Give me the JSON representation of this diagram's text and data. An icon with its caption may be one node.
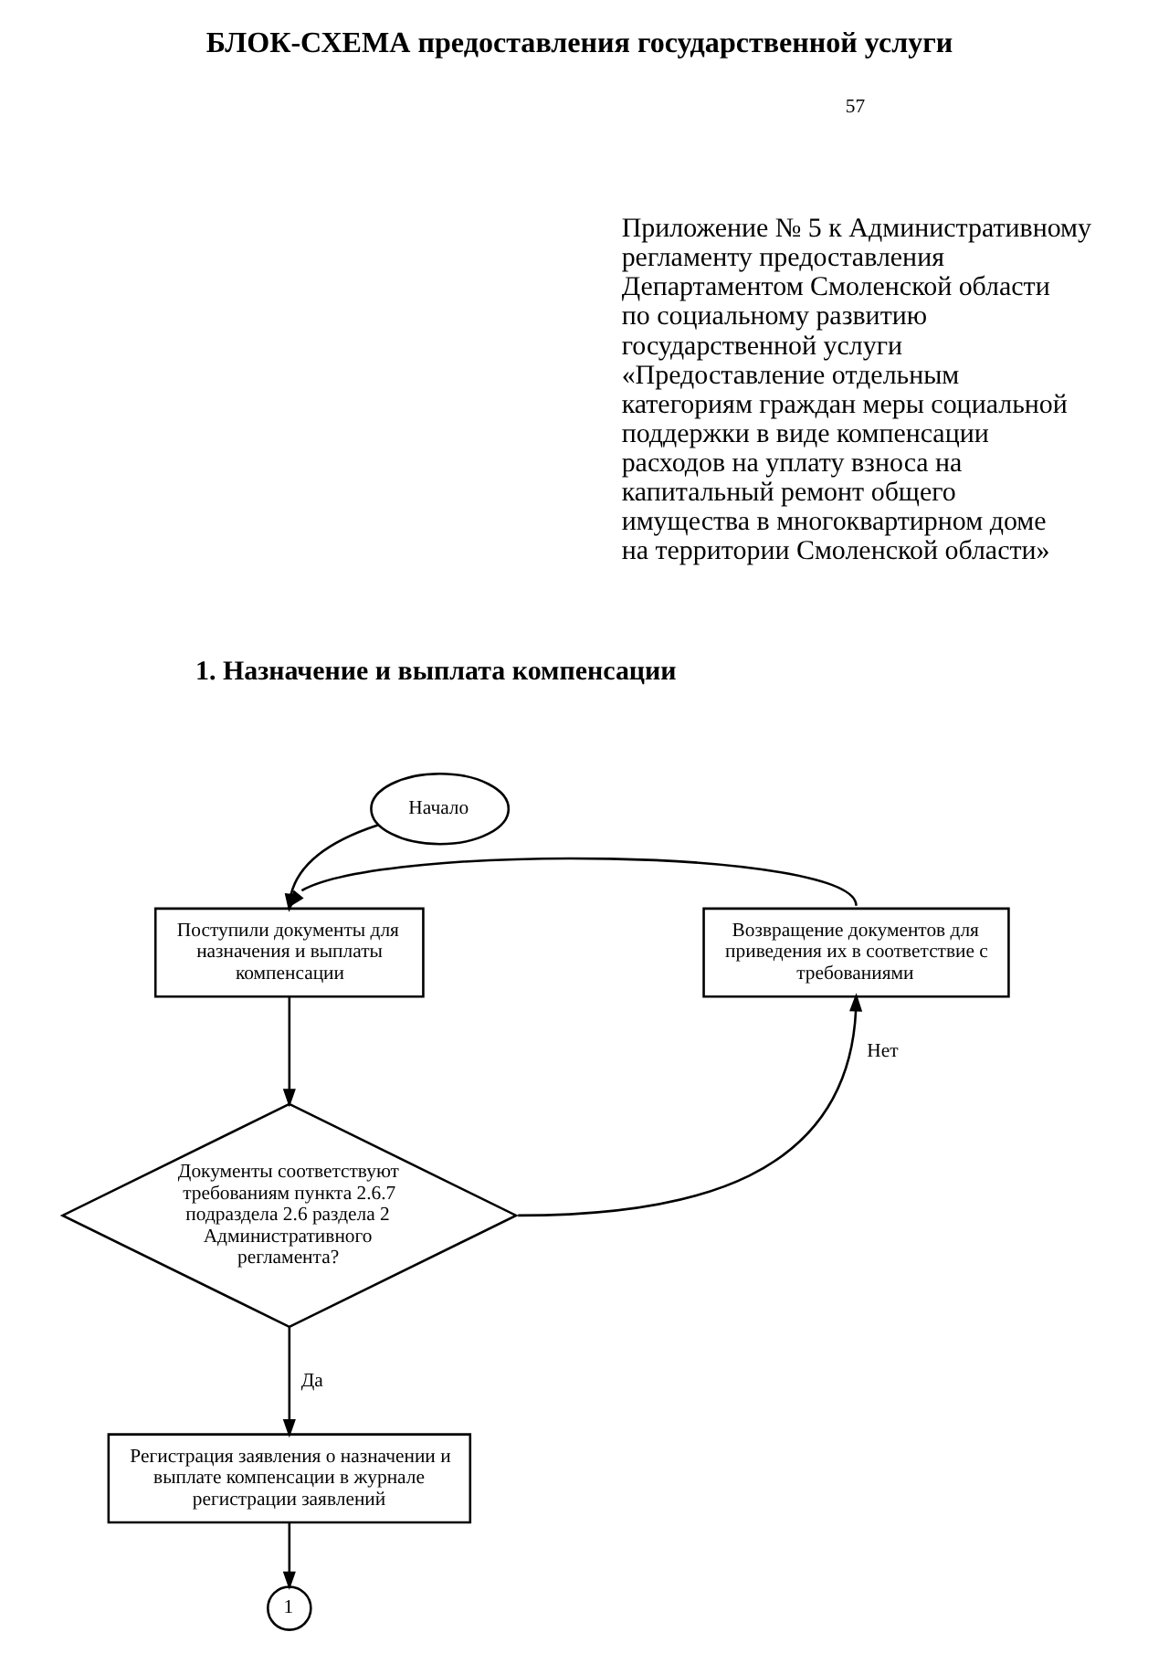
{
  "diagram": {
    "title": "БЛОК-СХЕМА предоставления государственной услуги",
    "nodes": [
      {
        "text": [
          "Начало"
        ]
      },
      {
        "text": [
          "Поступили документы для назначения и выплаты компенсации"
        ]
      },
      {
        "text": [
          "Возвращение документов для приведения их в соответствие с требованиями"
        ]
      },
      {
        "text": [
          "Документы соответствуют требованиям пункта 2.6.7 подраздела 2.6 раздела 2 Административного регламента?"
        ]
      },
      {
        "text": [
          "Регистрация заявления о назначении и выплате компенсации в журнале регистрации заявлений"
        ]
      },
      {
        "text": [
          "1"
        ]
      }
    ],
    "edges": [
      {
        "from": 0,
        "to": 1,
        "arrow": "to"
      },
      {
        "from": 1,
        "to": 3,
        "arrow": "to"
      },
      {
        "from": 3,
        "to": 2,
        "arrow": "to",
        "label": "Нет"
      },
      {
        "from": 2,
        "to": 1,
        "arrow": "to"
      },
      {
        "from": 3,
        "to": 4,
        "arrow": "to",
        "label": "Да"
      },
      {
        "from": 4,
        "to": 5,
        "arrow": "to"
      }
    ],
    "labels": [
      "57",
      "Приложение № 5 к Административному регламенту предоставления Департаментом Смоленской области по социальному развитию государственной услуги «Предоставление отдельным категориям граждан меры социальной поддержки в виде компенсации расходов на уплату взноса на капитальный ремонт общего имущества в многоквартирном доме на территории Смоленской области»",
      "1. Назначение и выплата компенсации"
    ]
  }
}
